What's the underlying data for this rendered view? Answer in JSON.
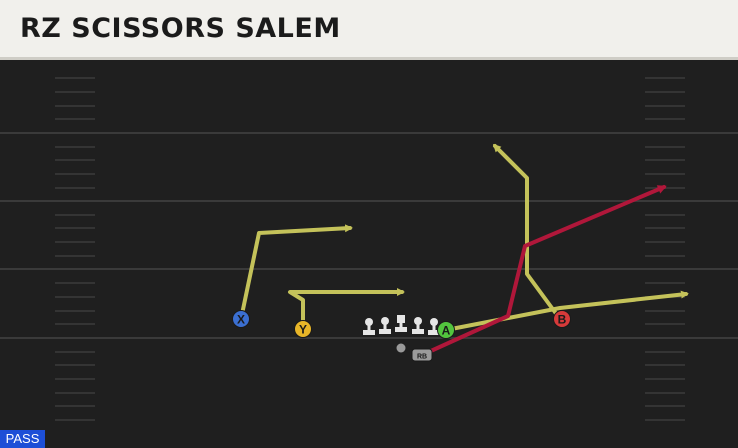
{
  "title": "RZ SCISSORS SALEM",
  "play_type": "PASS",
  "colors": {
    "title_bg": "#f1f0ec",
    "field_bg": "#1f1f1f",
    "yard_line": "#3a3a3a",
    "route_yellow": "#c4c25a",
    "route_red": "#b0173a",
    "badge_blue": "#1d4fd7"
  },
  "players": [
    {
      "id": "x",
      "label": "X",
      "color": "#3b6fd1"
    },
    {
      "id": "y",
      "label": "Y",
      "color": "#e8b628"
    },
    {
      "id": "a",
      "label": "A",
      "color": "#52c43e"
    },
    {
      "id": "b",
      "label": "B",
      "color": "#d63a3a"
    },
    {
      "id": "rb",
      "label": "RB",
      "color": "#9a9a9a"
    }
  ]
}
